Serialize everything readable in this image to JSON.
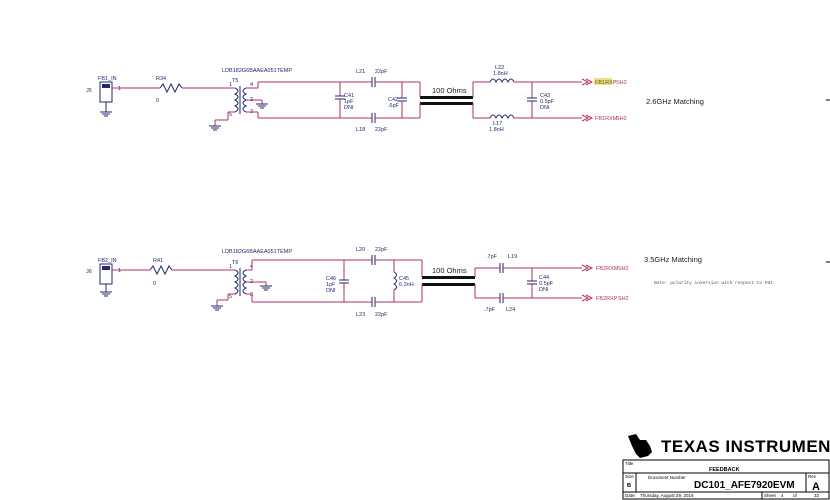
{
  "sections": {
    "top": {
      "connector_ref": "J5",
      "connector_name": "FB1_IN",
      "pin": "1",
      "resistor_ref": "R34",
      "resistor_val": "0",
      "transformer_part": "LDB182G6BAAEA051TEMP",
      "transformer_ref": "T5",
      "t_pins": [
        "1",
        "4",
        "2",
        "3",
        "5"
      ],
      "cap_top_ref": "L21",
      "cap_top_val": "22pF",
      "cap_bot_ref": "L18",
      "cap_bot_val": "22pF",
      "shunt1_ref": "C41",
      "shunt1_val": "1pF",
      "shunt1_note": "DNI",
      "shunt2_ref": "C42",
      "shunt2_val": ".6pF",
      "line_label": "100 Ohms",
      "ind_top_ref": "L22",
      "ind_top_val": "1.8nH",
      "ind_bot_ref": "L17",
      "ind_bot_val": "1.8nH",
      "shunt3_ref": "C43",
      "shunt3_val": "0.5pF",
      "shunt3_note": "DNI",
      "net_top": "FB1RXP",
      "net_top_sheet": "SH2",
      "net_bot": "FB1RXM",
      "net_bot_sheet": "SH2",
      "section_title": "2.6GHz Matching"
    },
    "bottom": {
      "connector_ref": "J6",
      "connector_name": "FB2_IN",
      "pin": "1",
      "resistor_ref": "R41",
      "resistor_val": "0",
      "transformer_part": "LDB182G6BAAEA051TEMP",
      "transformer_ref": "T6",
      "t_pins": [
        "1",
        "4",
        "2",
        "3",
        "5"
      ],
      "cap_top_ref": "L20",
      "cap_top_val": "22pF",
      "cap_bot_ref": "L23",
      "cap_bot_val": "22pF",
      "shunt1_ref": "C46",
      "shunt1_val": "1pF",
      "shunt1_note": "DNI",
      "shunt2_ref": "C45",
      "shunt2_val": "6.2nH",
      "line_label": "100 Ohms",
      "ser_top_val": ".7pF",
      "ser_top_ref": "L19",
      "ser_bot_val": ".7pF",
      "ser_bot_ref": "L24",
      "shunt3_ref": "C44",
      "shunt3_val": "0.5pF",
      "shunt3_note": "DNI",
      "net_top": "FB2RXM",
      "net_top_sheet": "SH2",
      "net_bot": "FB2RXP",
      "net_bot_sheet": "SH2",
      "section_title": "3.5GHz Matching",
      "note": "Note: polarity inversion with respect to FB1"
    }
  },
  "title_block": {
    "company": "TEXAS INSTRUMENTS",
    "title_label": "Title",
    "title": "FEEDBACK",
    "size_label": "Size",
    "size": "B",
    "docnum_label": "Document Number",
    "docnum": "DC101_AFE7920EVM",
    "rev_label": "Rev",
    "rev": "A",
    "date_label": "Date:",
    "date": "Thursday, August 29, 2019",
    "sheet_label": "Sheet",
    "sheet": "4",
    "of_label": "of",
    "total": "32"
  }
}
